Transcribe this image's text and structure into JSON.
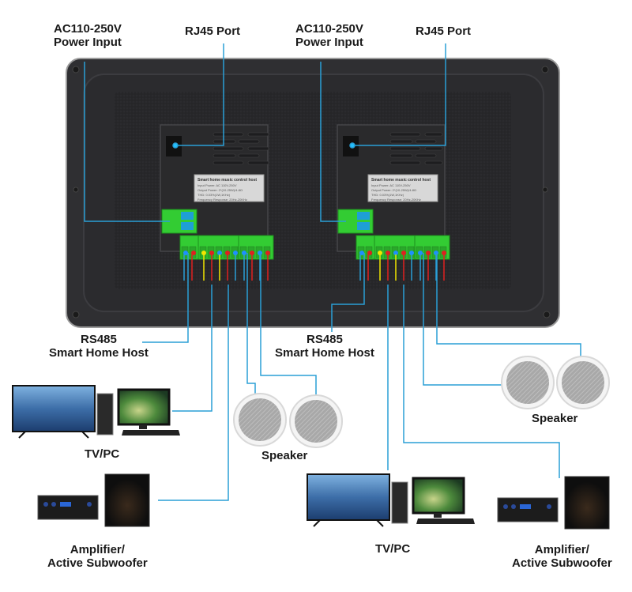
{
  "diagram": {
    "title": "Smart home music control host wiring diagram",
    "labels": {
      "power_left": [
        "AC110-250V",
        "Power Input"
      ],
      "rj45_left": "RJ45 Port",
      "power_right": [
        "AC110-250V",
        "Power Input"
      ],
      "rj45_right": "RJ45 Port",
      "rs485_left": [
        "RS485",
        "Smart Home Host"
      ],
      "rs485_right": [
        "RS485",
        "Smart Home Host"
      ],
      "tvpc_left": "TV/PC",
      "tvpc_right": "TV/PC",
      "speaker_left": "Speaker",
      "speaker_right": "Speaker",
      "amp_left": [
        "Amplifier/",
        "Active Subwoofer"
      ],
      "amp_right": [
        "Amplifier/",
        "Active Subwoofer"
      ]
    },
    "device_sticker": {
      "title": "Smart home music control host",
      "lines": [
        "Input Power: AC 110V-250V",
        "Output Power: 2*(10-25W)/4-8Ω",
        "THD: 0.03%(1W,1KHz)",
        "Frequency Response: 20Hz-20KHz"
      ]
    },
    "colors": {
      "wire": "#2a9fd6",
      "connector_green": "#33cc33",
      "pin_blue": "#1e90ff",
      "pin_red": "#e02020",
      "pin_yellow": "#f2e600",
      "device_body": "#2b2b2d"
    }
  }
}
